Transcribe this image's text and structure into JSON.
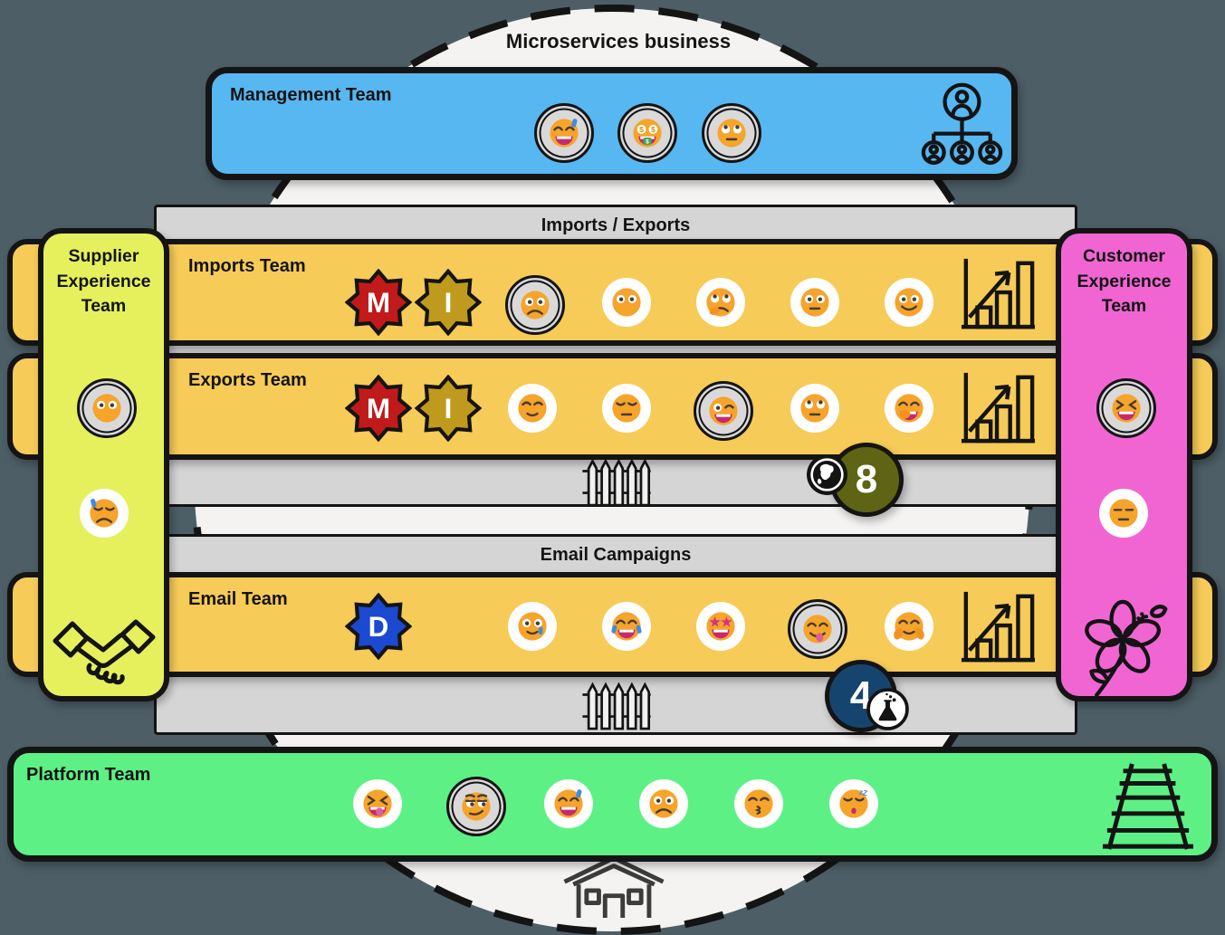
{
  "title": "Microservices business",
  "colors": {
    "background": "#4D5E66",
    "boundary_fill": "#F4F3F1",
    "outline": "#141414",
    "management": "#57B7F0",
    "team_strip": "#F6CB57",
    "group_band": "#D5D5D5"
  },
  "management": {
    "label": "Management Team",
    "icon": "org-chart-icon",
    "members": [
      {
        "emoji": "😅",
        "name": "grinning-face-with-sweat",
        "ringed": true,
        "style": "grin-sweat"
      },
      {
        "emoji": "🤑",
        "name": "money-mouth-face",
        "ringed": true,
        "style": "money"
      },
      {
        "emoji": "🙄",
        "name": "face-with-rolling-eyes",
        "ringed": true,
        "style": "eye-roll"
      }
    ]
  },
  "groups": [
    {
      "title": "Imports / Exports",
      "teams": [
        {
          "label": "Imports Team",
          "badges": [
            {
              "letter": "M",
              "color": "#C11A1A"
            },
            {
              "letter": "I",
              "color": "#BF9A1D"
            }
          ],
          "icon": "chart-increasing-icon",
          "members": [
            {
              "emoji": "🙁",
              "name": "slightly-frowning-face",
              "ringed": true,
              "style": "frown"
            },
            {
              "emoji": "😳",
              "name": "flushed-face",
              "ringed": false,
              "style": "wide"
            },
            {
              "emoji": "🤔",
              "name": "thinking-face",
              "ringed": false,
              "style": "thinking"
            },
            {
              "emoji": "😐",
              "name": "neutral-face",
              "ringed": false,
              "style": "neutral"
            },
            {
              "emoji": "🙂",
              "name": "slightly-smiling-face",
              "ringed": false,
              "style": "smile"
            }
          ]
        },
        {
          "label": "Exports Team",
          "badges": [
            {
              "letter": "M",
              "color": "#C11A1A"
            },
            {
              "letter": "I",
              "color": "#BF9A1D"
            }
          ],
          "icon": "chart-increasing-icon",
          "members": [
            {
              "emoji": "😌",
              "name": "relieved-face",
              "ringed": false,
              "style": "relieved"
            },
            {
              "emoji": "😔",
              "name": "pensive-face",
              "ringed": false,
              "style": "pensive"
            },
            {
              "emoji": "😉",
              "name": "winking-face",
              "ringed": true,
              "style": "wink"
            },
            {
              "emoji": "🙄",
              "name": "face-with-rolling-eyes",
              "ringed": false,
              "style": "eye-roll"
            },
            {
              "emoji": "🤭",
              "name": "face-with-hand-over-mouth",
              "ringed": false,
              "style": "yawn"
            }
          ]
        }
      ],
      "separator": {
        "icon": "picket-fence-icon",
        "badge": {
          "value": "8",
          "color": "#5F6414",
          "sub_icon": "globe-africa-icon"
        }
      }
    },
    {
      "title": "Email Campaigns",
      "teams": [
        {
          "label": "Email Team",
          "badges": [
            {
              "letter": "D",
              "color": "#1B49CF"
            }
          ],
          "icon": "chart-increasing-icon",
          "members": [
            {
              "emoji": "🥲",
              "name": "smiling-face-with-tear",
              "ringed": false,
              "style": "smile-tear"
            },
            {
              "emoji": "😂",
              "name": "face-with-tears-of-joy",
              "ringed": false,
              "style": "joy"
            },
            {
              "emoji": "🤩",
              "name": "star-struck",
              "ringed": false,
              "style": "star"
            },
            {
              "emoji": "😋",
              "name": "face-savoring-food",
              "ringed": true,
              "style": "yum"
            },
            {
              "emoji": "🤗",
              "name": "smiling-face-with-open-hands",
              "ringed": false,
              "style": "hug"
            }
          ]
        }
      ],
      "separator": {
        "icon": "picket-fence-icon",
        "badge": {
          "value": "4",
          "color": "#15456E",
          "sub_icon": "flask-icon"
        }
      }
    }
  ],
  "side_panels": {
    "left": {
      "label": "Supplier Experience Team",
      "color": "#E5F05C",
      "icon": "handshake-icon",
      "members": [
        {
          "emoji": "😳",
          "name": "flushed-face",
          "ringed": true,
          "style": "wide"
        },
        {
          "emoji": "😓",
          "name": "downcast-face-with-sweat",
          "ringed": false,
          "style": "sad-sweat"
        }
      ]
    },
    "right": {
      "label": "Customer Experience Team",
      "color": "#F165D3",
      "icon": "hibiscus-flower-icon",
      "members": [
        {
          "emoji": "😆",
          "name": "grinning-squinting-face",
          "ringed": true,
          "style": "laugh"
        },
        {
          "emoji": "😑",
          "name": "expressionless-face",
          "ringed": false,
          "style": "expressionless"
        }
      ]
    }
  },
  "platform": {
    "label": "Platform Team",
    "color": "#5DF185",
    "icon": "railway-track-icon",
    "members": [
      {
        "emoji": "😝",
        "name": "squinting-face-with-tongue",
        "ringed": false,
        "style": "tongue-x"
      },
      {
        "emoji": "😏",
        "name": "smirking-face",
        "ringed": true,
        "style": "smirk"
      },
      {
        "emoji": "😅",
        "name": "grinning-face-with-sweat",
        "ringed": false,
        "style": "grin-sweat"
      },
      {
        "emoji": "😟",
        "name": "worried-face",
        "ringed": false,
        "style": "frown"
      },
      {
        "emoji": "😙",
        "name": "kissing-face-with-smiling-eyes",
        "ringed": false,
        "style": "kiss"
      },
      {
        "emoji": "😴",
        "name": "sleeping-face",
        "ringed": false,
        "style": "sleep"
      }
    ]
  },
  "boundary": {
    "icon": "house-icon"
  }
}
